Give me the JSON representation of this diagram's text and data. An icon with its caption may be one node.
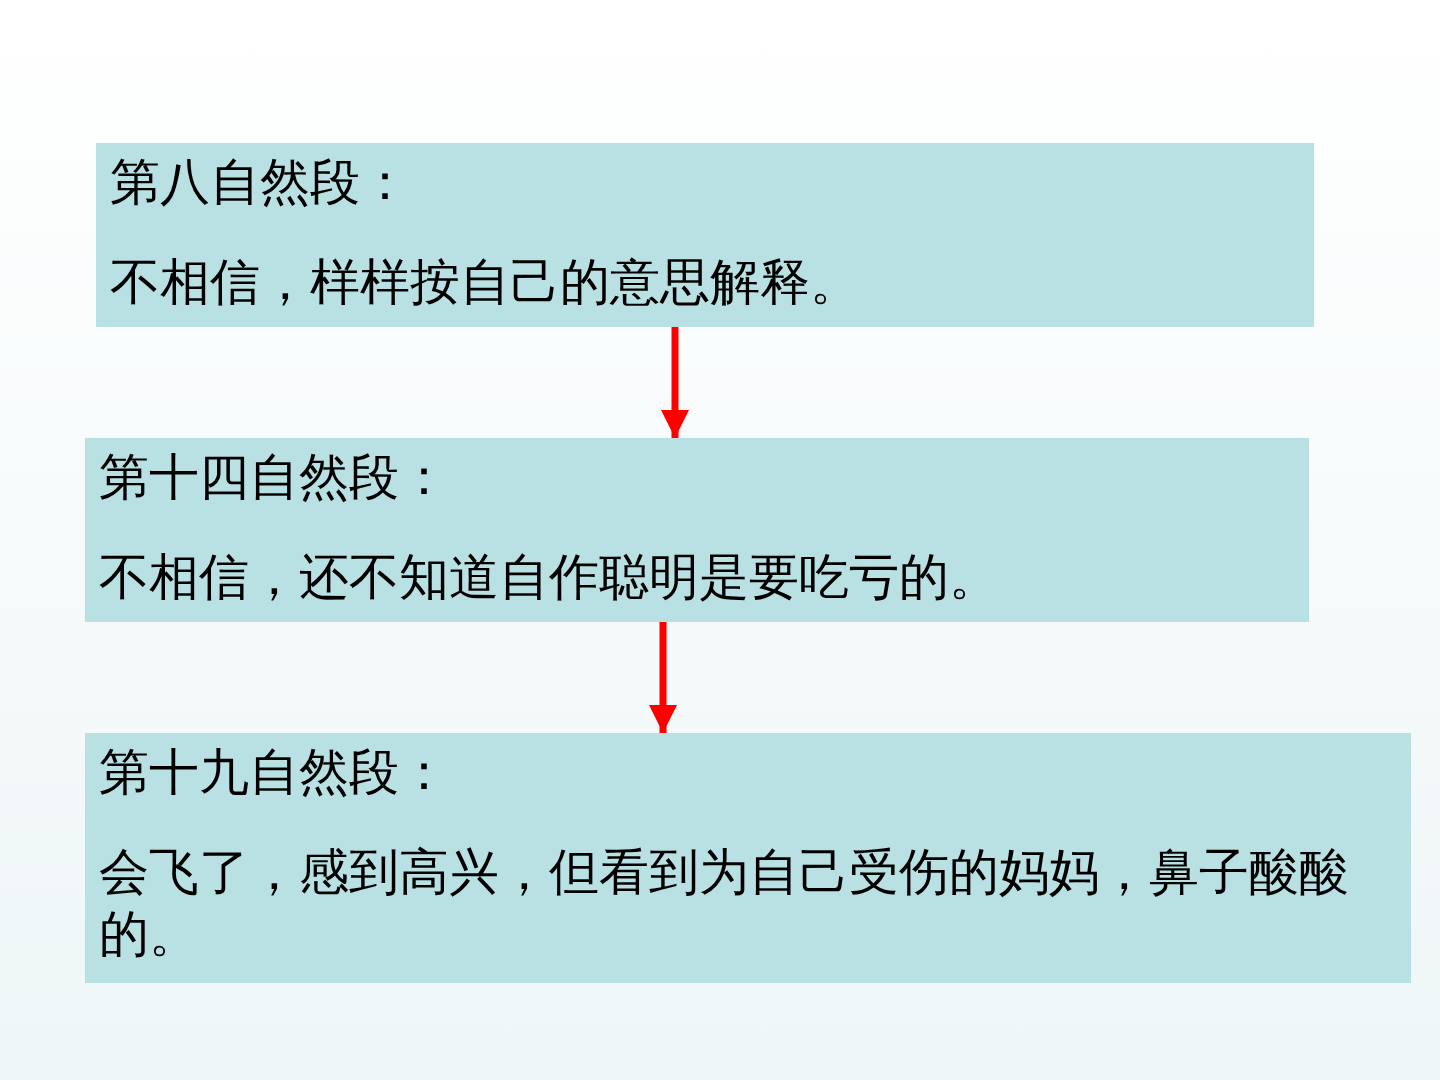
{
  "diagram": {
    "nodes": [
      {
        "text": [
          "第八自然段：",
          "不相信，样样按自己的意思解释。"
        ]
      },
      {
        "text": [
          "第十四自然段：",
          "不相信，还不知道自作聪明是要吃亏的。"
        ]
      },
      {
        "text": [
          "第十九自然段：",
          "会飞了，感到高兴，但看到为自己受伤的妈妈，鼻子酸酸的。"
        ]
      }
    ],
    "edges": [
      {
        "from": 0,
        "to": 1,
        "arrow": "to"
      },
      {
        "from": 1,
        "to": 2,
        "arrow": "to"
      }
    ]
  }
}
